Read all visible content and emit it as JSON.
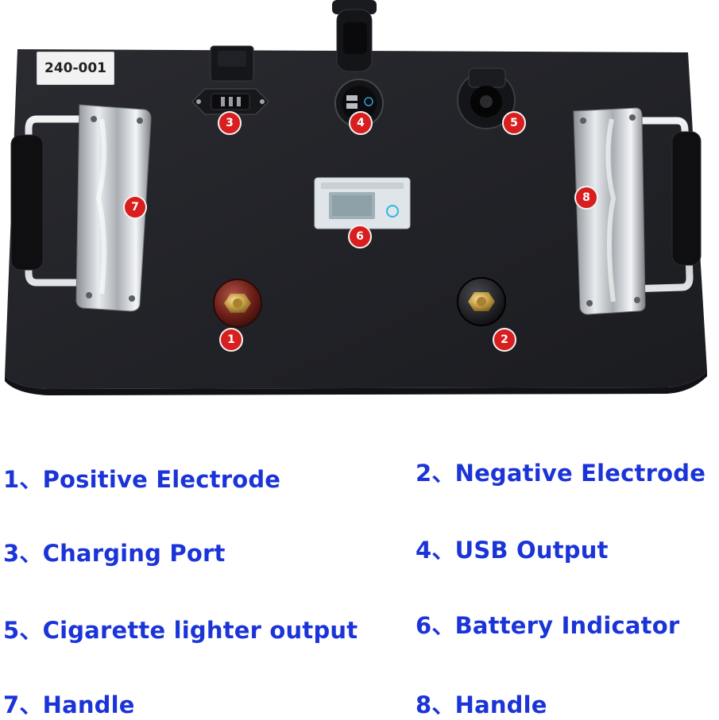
{
  "accent_color": "#1b34d8",
  "marker_color": "#d81e1e",
  "photo": {
    "model_label": "240-001",
    "markers": [
      "1",
      "2",
      "3",
      "4",
      "5",
      "6",
      "7",
      "8"
    ]
  },
  "legend": [
    {
      "number": "1",
      "separator": "、",
      "label": "Positive Electrode"
    },
    {
      "number": "2",
      "separator": "、",
      "label": "Negative Electrode"
    },
    {
      "number": "3",
      "separator": "、",
      "label": "Charging Port"
    },
    {
      "number": "4",
      "separator": "、",
      "label": "USB Output"
    },
    {
      "number": "5",
      "separator": "、",
      "label": "Cigarette lighter output"
    },
    {
      "number": "6",
      "separator": "、",
      "label": "Battery Indicator"
    },
    {
      "number": "7",
      "separator": "、",
      "label": "Handle"
    },
    {
      "number": "8",
      "separator": "、",
      "label": "Handle"
    }
  ]
}
